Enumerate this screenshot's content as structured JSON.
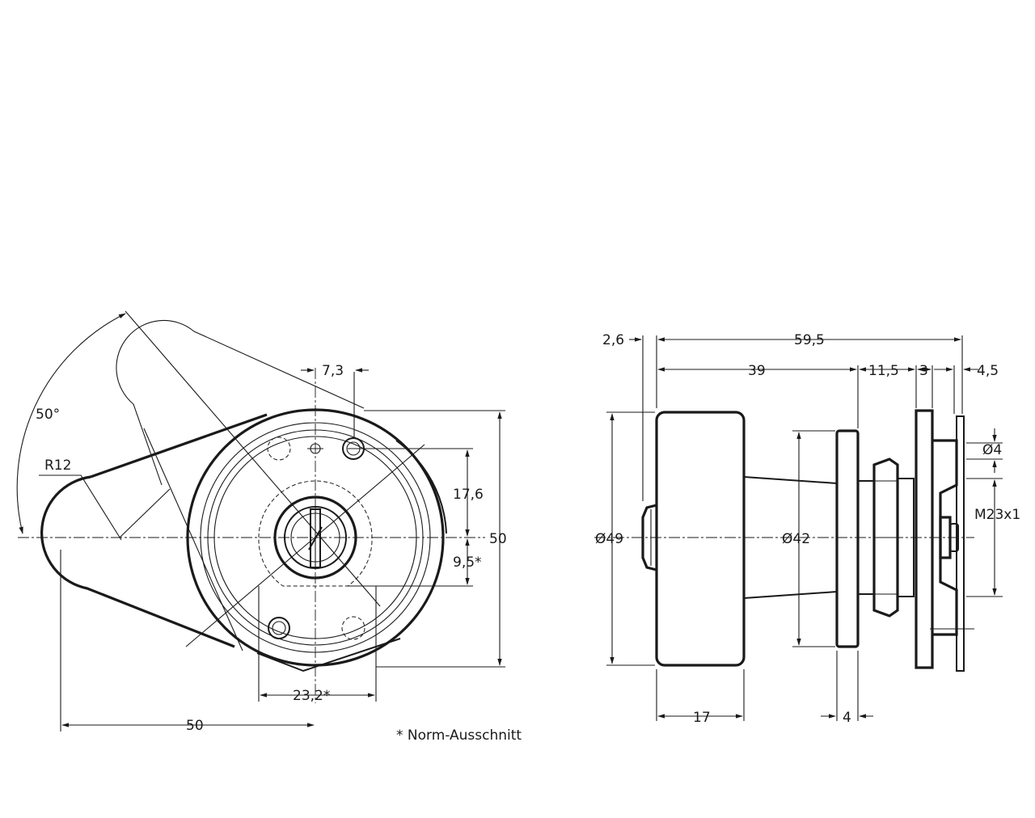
{
  "front_view": {
    "labels": {
      "angle": "50°",
      "radius": "R12",
      "key_offset": "7,3",
      "height_upper": "17,6",
      "height_total": "50",
      "height_lower": "9,5*",
      "cutout_width": "23,2*",
      "overall_length": "50"
    },
    "footnote": "* Norm-Ausschnitt"
  },
  "side_view": {
    "labels": {
      "flange": "2,6",
      "overall_depth": "59,5",
      "body_depth": "39",
      "thread_length": "11,5",
      "plate": "3",
      "cam": "4,5",
      "diameter_outer": "Ø49",
      "diameter_inner": "Ø42",
      "hole_diameter": "Ø4",
      "thread": "M23x1",
      "knob_width": "17",
      "flange_thickness": "4"
    }
  }
}
